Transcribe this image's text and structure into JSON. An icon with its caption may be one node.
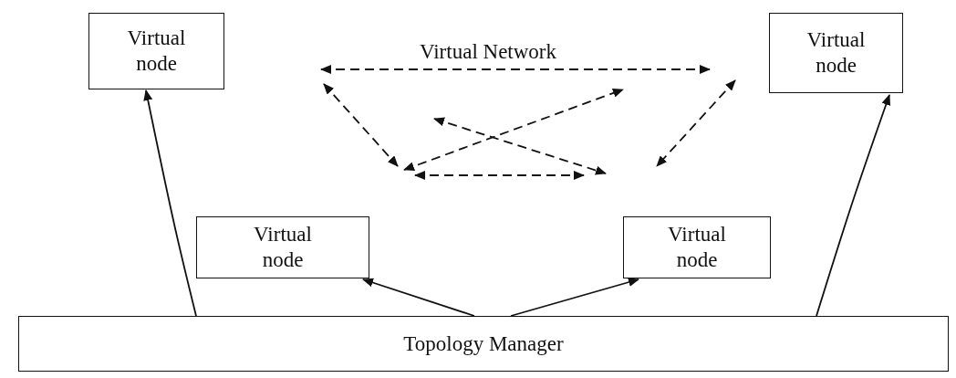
{
  "diagram": {
    "nodes": [
      {
        "text": [
          "Virtual node"
        ]
      },
      {
        "text": [
          "Virtual node"
        ]
      },
      {
        "text": [
          "Virtual node"
        ]
      },
      {
        "text": [
          "Virtual node"
        ]
      },
      {
        "text": [
          "Topology Manager"
        ]
      }
    ],
    "edges": [
      {
        "from": 4,
        "to": 0,
        "arrow": "to"
      },
      {
        "from": 4,
        "to": 2,
        "arrow": "to"
      },
      {
        "from": 4,
        "to": 3,
        "arrow": "to"
      },
      {
        "from": 4,
        "to": 1,
        "arrow": "to"
      }
    ],
    "labels": [
      "Virtual Network"
    ]
  }
}
